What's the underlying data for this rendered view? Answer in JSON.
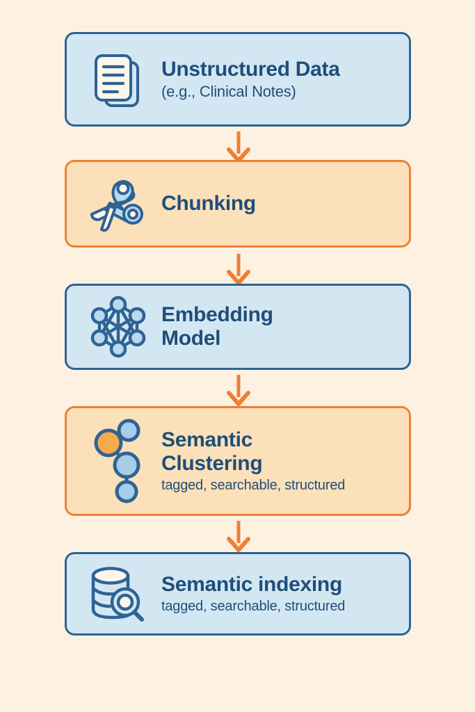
{
  "diagram": {
    "background_color": "#FDF2E2",
    "blue_fill": "#D3E7F3",
    "blue_border": "#2E6394",
    "orange_fill": "#FBE0B9",
    "orange_border": "#EF8033",
    "text_color": "#1F4E79",
    "arrow_color": "#EF8033",
    "accent_orange_node": "#F7A94E",
    "node_blue": "#A8CDE8",
    "steps": [
      {
        "id": "unstructured-data",
        "title": "Unstructured Data",
        "subtitle": "(e.g., Clinical Notes)",
        "icon": "documents-icon",
        "style": "blue"
      },
      {
        "id": "chunking",
        "title": "Chunking",
        "subtitle": "",
        "icon": "scissors-icon",
        "style": "orange"
      },
      {
        "id": "embedding-model",
        "title": "Embedding\nModel",
        "subtitle": "",
        "icon": "network-graph-icon",
        "style": "blue"
      },
      {
        "id": "semantic-clustering",
        "title": "Semantic\nClustering",
        "subtitle": "tagged, searchable, structured",
        "icon": "cluster-nodes-icon",
        "style": "orange"
      },
      {
        "id": "semantic-indexing",
        "title": "Semantic indexing",
        "subtitle": "tagged, searchable, structured",
        "icon": "database-search-icon",
        "style": "blue"
      }
    ],
    "arrows": [
      {
        "id": "arrow-1",
        "from": "unstructured-data",
        "to": "chunking",
        "direction": "down"
      },
      {
        "id": "arrow-2",
        "from": "chunking",
        "to": "embedding-model",
        "direction": "down"
      },
      {
        "id": "arrow-3",
        "from": "embedding-model",
        "to": "semantic-clustering",
        "direction": "down"
      },
      {
        "id": "arrow-4",
        "from": "semantic-clustering",
        "to": "semantic-indexing",
        "direction": "down"
      }
    ]
  }
}
